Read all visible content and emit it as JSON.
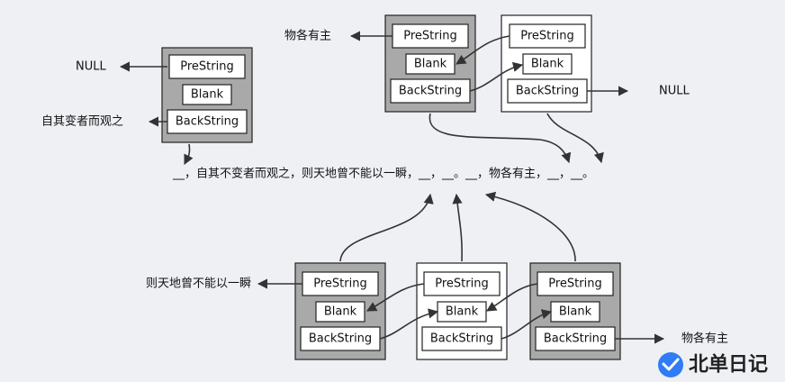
{
  "fields": {
    "pre": "PreString",
    "blank": "Blank",
    "back": "BackString"
  },
  "labels": {
    "null_left": "NULL",
    "zi_qi": "自其变者而观之",
    "wu_ge_top": "物各有主",
    "null_right": "NULL",
    "ze_tian": "则天地曾不能以一瞬",
    "wu_ge_bottom": "物各有主"
  },
  "sentence": "__，自其不变者而观之，则天地曾不能以一瞬，__，__。__，物各有主，__，__。",
  "watermark": {
    "text": "北单日记",
    "icon": "check-badge-icon",
    "color": "#2f7cf6"
  }
}
